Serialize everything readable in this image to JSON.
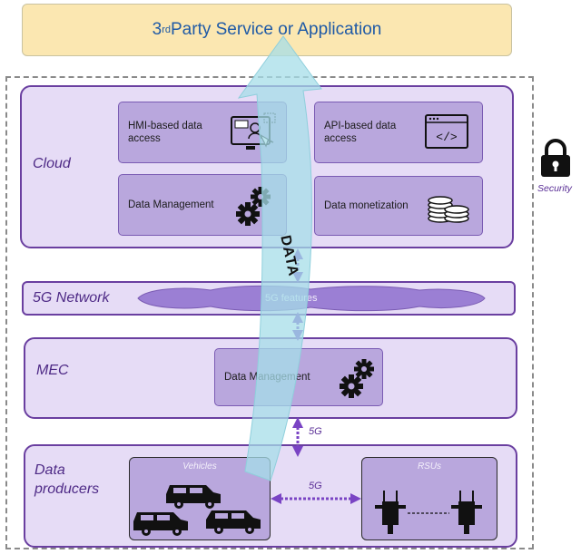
{
  "title": {
    "prefix": "3",
    "sup": "rd",
    "suffix": " Party Service or Application"
  },
  "security": {
    "label": "Security"
  },
  "cloud": {
    "label": "Cloud",
    "cards": [
      {
        "label": "HMI-based data access",
        "icon": "hmi-screen-icon"
      },
      {
        "label": "API-based data access",
        "icon": "code-window-icon"
      },
      {
        "label": "Data Management",
        "icon": "gears-icon"
      },
      {
        "label": "Data monetization",
        "icon": "coins-icon"
      }
    ]
  },
  "network": {
    "label": "5G Network",
    "features": "5G features"
  },
  "mec": {
    "label": "MEC",
    "card": "Data Management"
  },
  "producers": {
    "label": "Data producers",
    "vehicles": "Vehicles",
    "rsus": "RSUs",
    "link_vertical": "5G",
    "link_horizontal": "5G"
  },
  "arrow": {
    "label": "DATA"
  },
  "colors": {
    "layer_border": "#6a3fa0",
    "layer_fill": "#e6dcf6",
    "card_fill": "#b9a7dd",
    "title_fill": "#fbe7b1",
    "arrow": "#a6dde8"
  }
}
